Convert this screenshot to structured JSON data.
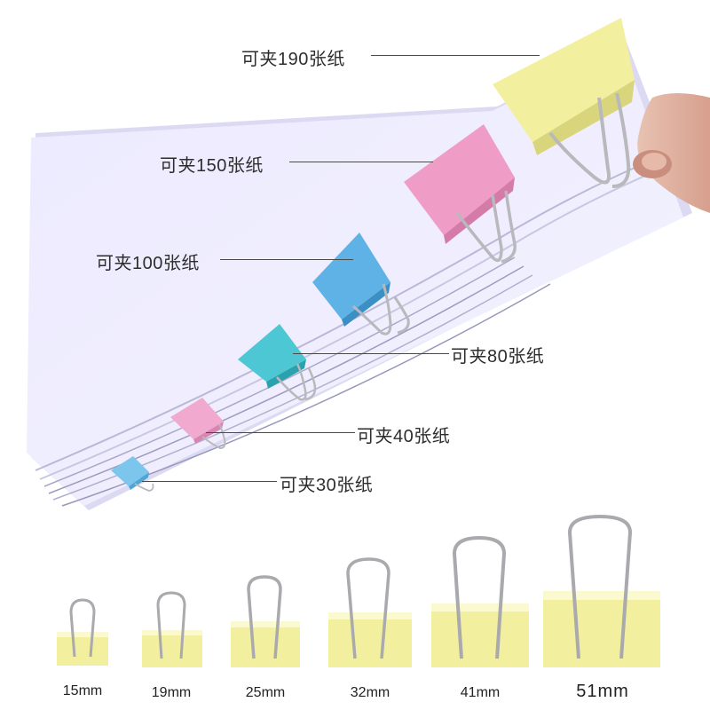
{
  "capacity_labels": {
    "l190": "可夹190张纸",
    "l150": "可夹150张纸",
    "l100": "可夹100张纸",
    "l80": "可夹80张纸",
    "l40": "可夹40张纸",
    "l30": "可夹30张纸"
  },
  "size_labels": {
    "s15": "15mm",
    "s19": "19mm",
    "s25": "25mm",
    "s32": "32mm",
    "s41": "41mm",
    "s51": "51mm"
  },
  "colors": {
    "yellow_clip": "#f2ef9f",
    "pink_clip": "#ef9cc6",
    "blue_clip": "#5fb2e6",
    "teal_clip": "#4cc7d3",
    "light_blue_clip": "#7cc6ee",
    "paper": "#ebeafc",
    "wire": "#b8b8bd"
  }
}
